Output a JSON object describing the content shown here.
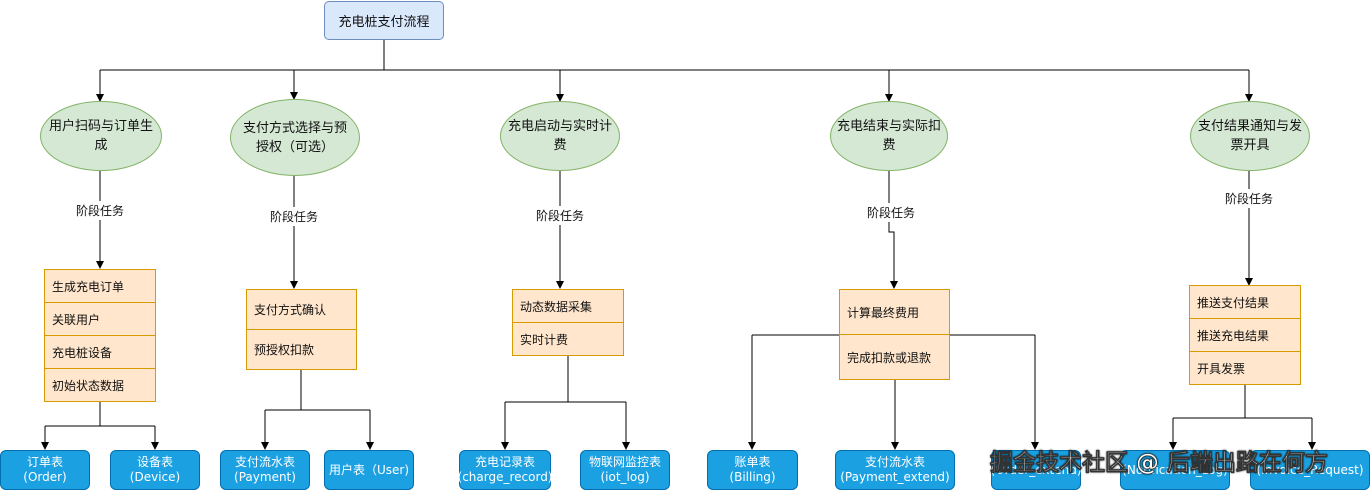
{
  "root": {
    "label": "充电桩支付流程"
  },
  "stage_label": "阶段任务",
  "phases": [
    {
      "title": "用户扫码与订单生成",
      "tasks": [
        "生成充电订单",
        "关联用户",
        "充电桩设备",
        "初始状态数据"
      ],
      "tables": [
        {
          "name": "订单表",
          "code": "(Order)"
        },
        {
          "name": "设备表",
          "code": "(Device)"
        }
      ]
    },
    {
      "title": "支付方式选择与预授权（可选）",
      "tasks": [
        "支付方式确认",
        "预授权扣款"
      ],
      "tables": [
        {
          "name": "支付流水表",
          "code": "(Payment)"
        },
        {
          "name": "用户表（User)",
          "code": ""
        }
      ]
    },
    {
      "title": "充电启动与实时计费",
      "tasks": [
        "动态数据采集",
        "实时计费"
      ],
      "tables": [
        {
          "name": "充电记录表",
          "code": "(charge_record)"
        },
        {
          "name": "物联网监控表",
          "code": "(iot_log)"
        }
      ]
    },
    {
      "title": "充电结束与实际扣费",
      "tasks": [
        "计算最终费用",
        "完成扣款或退款"
      ],
      "tables": [
        {
          "name": "账单表",
          "code": "(Billing)"
        },
        {
          "name": "支付流水表",
          "code": "(Payment_extend)"
        },
        {
          "name": "",
          "code": "(Order_extend)"
        }
      ]
    },
    {
      "title": "支付结果通知与发票开具",
      "tasks": [
        "推送支付结果",
        "推送充电结果",
        "开具发票"
      ],
      "tables": [
        {
          "name": "",
          "code": "(Notification_Log)"
        },
        {
          "name": "",
          "code": "(Invoice_Request)"
        }
      ]
    }
  ],
  "watermark": "掘金技术社区 @ 后端出路在何方"
}
